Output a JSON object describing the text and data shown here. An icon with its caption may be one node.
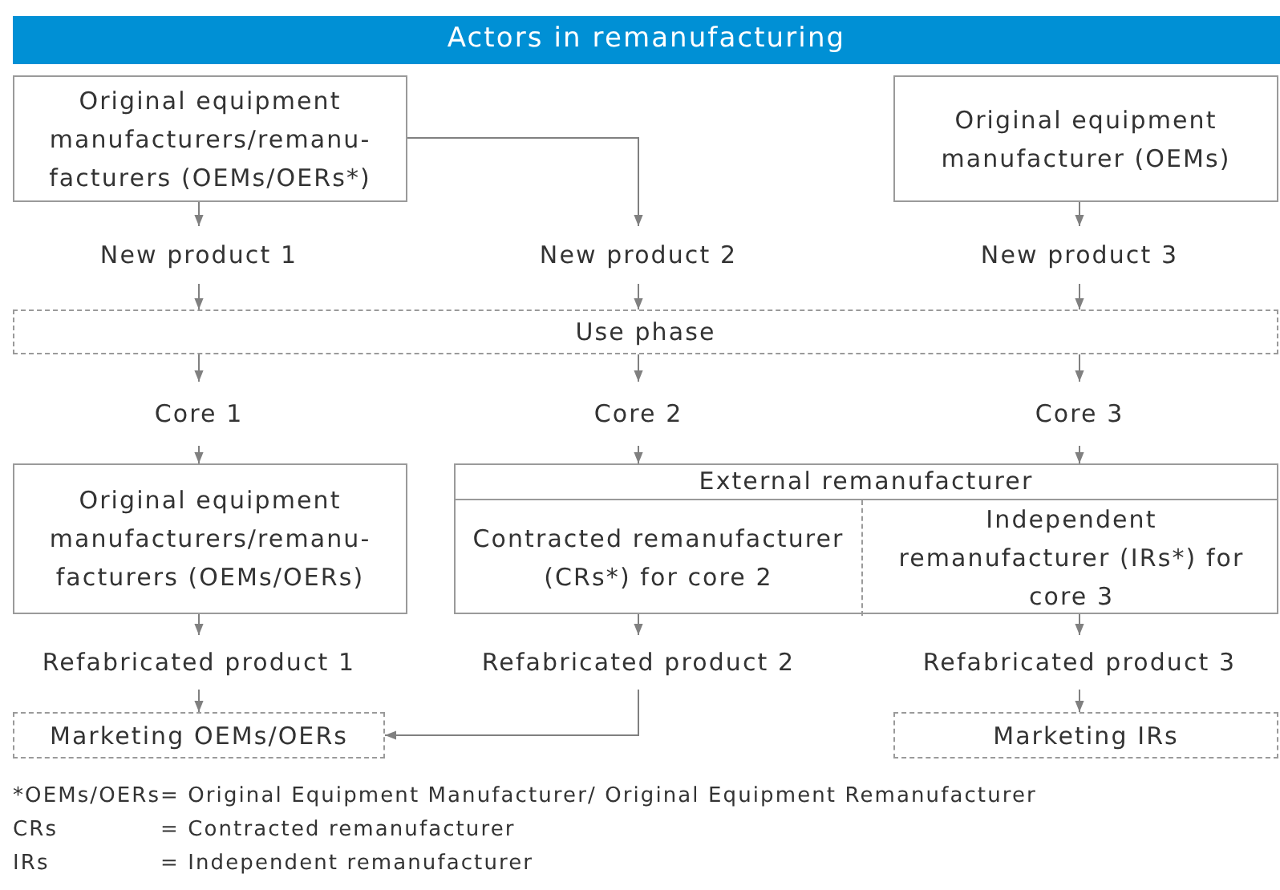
{
  "diagram": {
    "title": "Actors in remanufacturing",
    "nodes": [
      {
        "text": [
          "Original equipment manufacturers/remanu- facturers (OEMs/OERs*)"
        ]
      },
      {
        "text": [
          "Original equipment manufacturer (OEMs)"
        ]
      },
      {
        "text": [
          "New product 1"
        ]
      },
      {
        "text": [
          "New product 2"
        ]
      },
      {
        "text": [
          "New product 3"
        ]
      },
      {
        "text": [
          "Use phase"
        ]
      },
      {
        "text": [
          "Core 1"
        ]
      },
      {
        "text": [
          "Core 2"
        ]
      },
      {
        "text": [
          "Core 3"
        ]
      },
      {
        "text": [
          "Original equipment manufacturers/remanu- facturers (OEMs/OERs)"
        ]
      },
      {
        "text": [
          "External remanufacturer"
        ]
      },
      {
        "text": [
          "Contracted remanufacturer (CRs*) for core 2"
        ],
        "in": 10
      },
      {
        "text": [
          "Independent remanufacturer (IRs*) for core 3"
        ],
        "in": 10
      },
      {
        "text": [
          "Refabricated product 1"
        ]
      },
      {
        "text": [
          "Refabricated product 2"
        ]
      },
      {
        "text": [
          "Refabricated product 3"
        ]
      },
      {
        "text": [
          "Marketing OEMs/OERs"
        ]
      },
      {
        "text": [
          "Marketing IRs"
        ]
      }
    ],
    "edges": [
      {
        "from": 0,
        "to": 2,
        "arrow": "to"
      },
      {
        "from": 0,
        "to": 3,
        "arrow": "to"
      },
      {
        "from": 1,
        "to": 4,
        "arrow": "to"
      },
      {
        "from": 2,
        "to": 5,
        "arrow": "to"
      },
      {
        "from": 3,
        "to": 5,
        "arrow": "to"
      },
      {
        "from": 4,
        "to": 5,
        "arrow": "to"
      },
      {
        "from": 5,
        "to": 6,
        "arrow": "to"
      },
      {
        "from": 5,
        "to": 7,
        "arrow": "to"
      },
      {
        "from": 5,
        "to": 8,
        "arrow": "to"
      },
      {
        "from": 6,
        "to": 9,
        "arrow": "to"
      },
      {
        "from": 7,
        "to": 10,
        "arrow": "to"
      },
      {
        "from": 8,
        "to": 10,
        "arrow": "to"
      },
      {
        "from": 9,
        "to": 13,
        "arrow": "to"
      },
      {
        "from": 11,
        "to": 14,
        "arrow": "to"
      },
      {
        "from": 12,
        "to": 15,
        "arrow": "to"
      },
      {
        "from": 13,
        "to": 16,
        "arrow": "to"
      },
      {
        "from": 14,
        "to": 16,
        "arrow": "to"
      },
      {
        "from": 15,
        "to": 17,
        "arrow": "to"
      }
    ],
    "labels": [
      "*OEMs/OERs",
      "= Original Equipment Manufacturer/ Original Equipment Remanufacturer",
      "CRs",
      "= Contracted remanufacturer",
      "IRs",
      "= Independent remanufacturer"
    ]
  }
}
